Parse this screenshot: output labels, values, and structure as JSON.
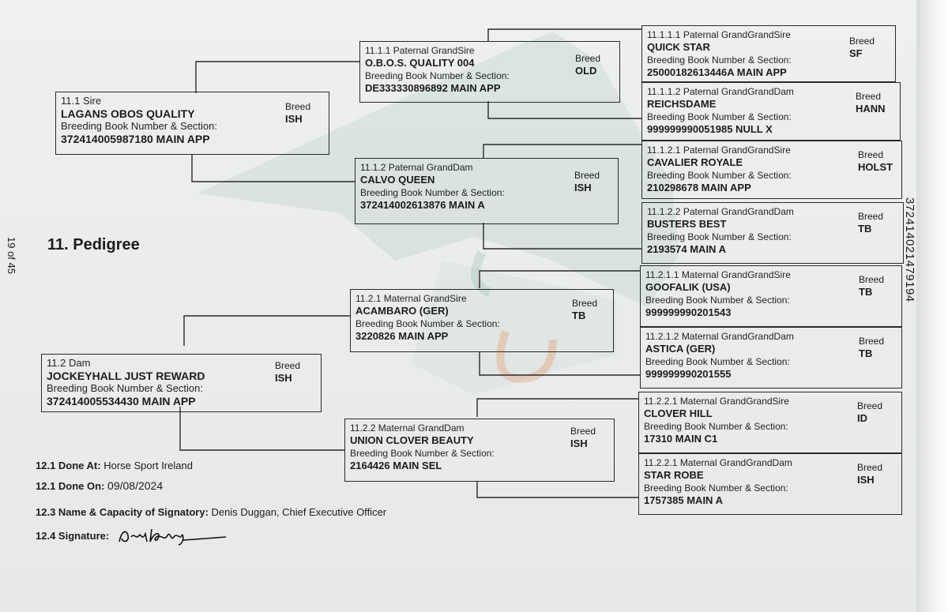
{
  "page_number": "19 of 45",
  "section_title": "11. Pedigree",
  "side_id": "372414021479194",
  "breed_label": "Breed",
  "bbn_label": "Breeding Book Number & Section:",
  "sire": {
    "caption": "11.1 Sire",
    "name": "LAGANS OBOS QUALITY",
    "number": "372414005987180 MAIN APP",
    "breed": "ISH"
  },
  "dam": {
    "caption": "11.2 Dam",
    "name": "JOCKEYHALL JUST REWARD",
    "number": "372414005534430 MAIN APP",
    "breed": "ISH"
  },
  "pgs": {
    "caption": "11.1.1 Paternal GrandSire",
    "name": "O.B.O.S. QUALITY 004",
    "number": "DE333330896892 MAIN APP",
    "breed": "OLD"
  },
  "pgd": {
    "caption": "11.1.2 Paternal GrandDam",
    "name": "CALVO QUEEN",
    "number": "372414002613876 MAIN A",
    "breed": "ISH"
  },
  "mgs": {
    "caption": "11.2.1 Maternal GrandSire",
    "name": "ACAMBARO (GER)",
    "number": "3220826 MAIN APP",
    "breed": "TB"
  },
  "mgd": {
    "caption": "11.2.2 Maternal GrandDam",
    "name": "UNION CLOVER BEAUTY",
    "number": "2164426 MAIN SEL",
    "breed": "ISH"
  },
  "ggp": [
    {
      "caption": "11.1.1.1 Paternal GrandGrandSire",
      "name": "QUICK STAR",
      "number": "25000182613446A MAIN APP",
      "breed": "SF"
    },
    {
      "caption": "11.1.1.2 Paternal GrandGrandDam",
      "name": "REICHSDAME",
      "number": "999999990051985 NULL X",
      "breed": "HANN"
    },
    {
      "caption": "11.1.2.1 Paternal GrandGrandSire",
      "name": "CAVALIER ROYALE",
      "number": "210298678 MAIN APP",
      "breed": "HOLST"
    },
    {
      "caption": "11.1.2.2 Paternal GrandGrandDam",
      "name": "BUSTERS BEST",
      "number": "2193574 MAIN A",
      "breed": "TB"
    },
    {
      "caption": "11.2.1.1 Maternal GrandGrandSire",
      "name": "GOOFALIK (USA)",
      "number": "999999990201543",
      "breed": "TB"
    },
    {
      "caption": "11.2.1.2 Maternal GrandGrandDam",
      "name": "ASTICA (GER)",
      "number": "999999990201555",
      "breed": "TB"
    },
    {
      "caption": "11.2.2.1 Maternal GrandGrandSire",
      "name": "CLOVER HILL",
      "number": "17310 MAIN C1",
      "breed": "ID"
    },
    {
      "caption": "11.2.2.1 Maternal GrandGrandDam",
      "name": "STAR ROBE",
      "number": "1757385 MAIN A",
      "breed": "ISH"
    }
  ],
  "footer": {
    "done_at_label": "12.1 Done At:",
    "done_at": "Horse Sport Ireland",
    "done_on_label": "12.1 Done On:",
    "done_on": "09/08/2024",
    "signatory_label": "12.3 Name & Capacity of Signatory:",
    "signatory": "Denis Duggan, Chief Executive Officer",
    "signature_label": "12.4 Signature:"
  },
  "colors": {
    "ink": "#1c1c1c",
    "watermark_green": "#3f8a6e",
    "watermark_orange": "#e8763a",
    "paper": "#eceeed"
  }
}
